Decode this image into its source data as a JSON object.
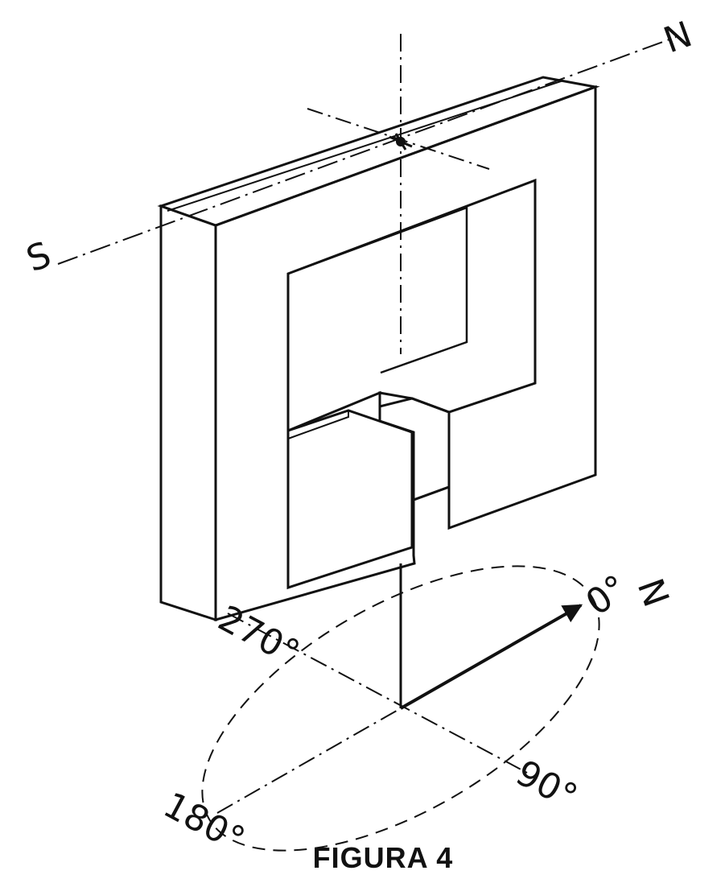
{
  "figure": {
    "caption": "FIGURA 4",
    "axis_labels": {
      "south": "S",
      "north_top": "N",
      "north_compass": "N"
    },
    "compass_labels": {
      "deg_0": "0°",
      "deg_90": "90°",
      "deg_180": "180°",
      "deg_270": "270°"
    }
  }
}
